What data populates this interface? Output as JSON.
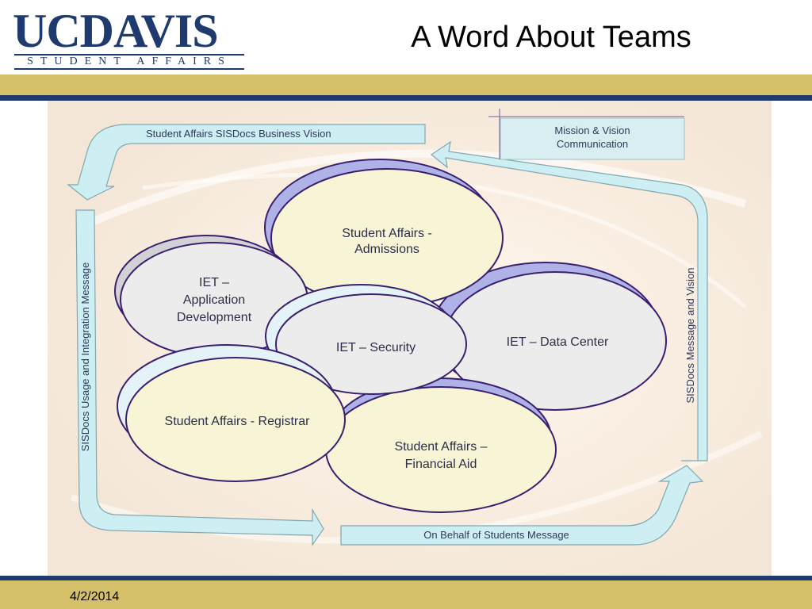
{
  "logo": {
    "main": "UCDAVIS",
    "sub": "STUDENT AFFAIRS"
  },
  "slide": {
    "title": "A Word About Teams",
    "date": "4/2/2014"
  },
  "diagram": {
    "arrow_labels": {
      "top": "Student Affairs SISDocs Business Vision",
      "left": "SISDocs Usage and Integration Message",
      "right": "SISDocs Message and Vision",
      "bottom": "On Behalf of Students Message"
    },
    "mission_box": [
      "Mission & Vision",
      "Communication"
    ],
    "ellipses": [
      {
        "lines": [
          "Student Affairs -",
          "Admissions"
        ]
      },
      {
        "lines": [
          "IET –",
          "Application",
          "Development"
        ]
      },
      {
        "lines": [
          "IET – Data Center"
        ]
      },
      {
        "lines": [
          "IET – Security"
        ]
      },
      {
        "lines": [
          "Student Affairs - Registrar"
        ]
      },
      {
        "lines": [
          "Student Affairs –",
          "Financial Aid"
        ]
      }
    ],
    "colors": {
      "panel": "#f8efe6",
      "arrow_fill": "#cdeef2",
      "arrow_stroke": "#7fa8b0",
      "ellipse_stroke": "#3a1f6e",
      "ellipse_yellow": "#f7f5d6",
      "ellipse_gray": "#ececec",
      "shadow_blue": "#aeb2e6"
    }
  }
}
